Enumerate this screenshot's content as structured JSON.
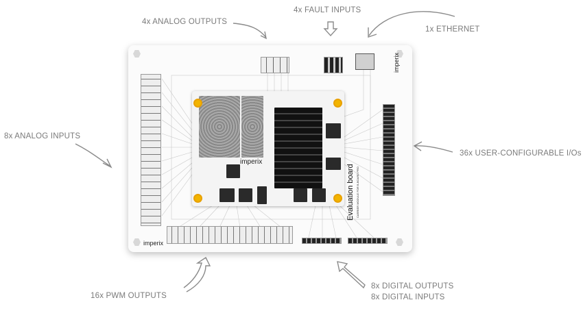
{
  "labels": {
    "analog_outputs": "4x ANALOG OUTPUTS",
    "fault_inputs": "4x FAULT INPUTS",
    "ethernet": "1x ETHERNET",
    "analog_inputs": "8x ANALOG INPUTS",
    "user_ios": "36x USER-CONFIGURABLE I/Os",
    "pwm_outputs": "16x PWM OUTPUTS",
    "digital_outputs": "8x DIGITAL OUTPUTS",
    "digital_inputs": "8x DIGITAL INPUTS"
  },
  "board": {
    "brand": "imperix",
    "pcb_brand": "imperix",
    "title": "Evaluation board",
    "subtitle": "CARRIER MODULE FOR B-BOARD PRO"
  },
  "colors": {
    "label": "#7a7a7a",
    "arrow": "#8a8a8a",
    "gold": "#f2b400"
  }
}
